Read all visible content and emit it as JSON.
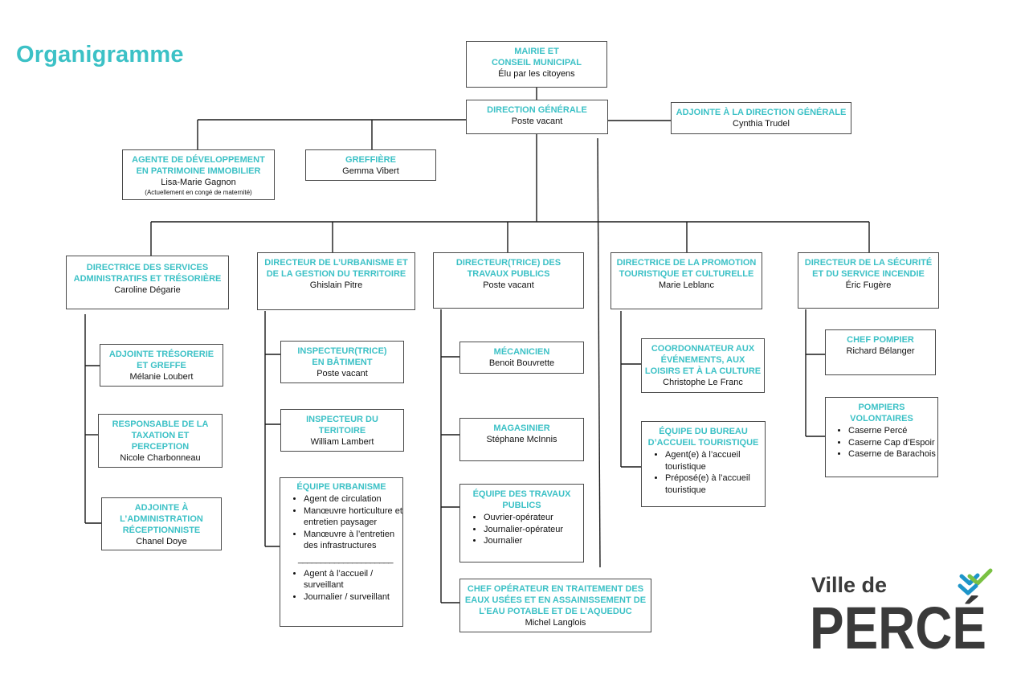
{
  "title": "Organigramme",
  "top": {
    "title_line1": "MAIRIE ET",
    "title_line2": "CONSEIL MUNICIPAL",
    "name": "Élu par les citoyens"
  },
  "dg": {
    "title": "DIRECTION GÉNÉRALE",
    "name": "Poste vacant"
  },
  "adjointe_dg": {
    "title": "ADJOINTE À LA DIRECTION GÉNÉRALE",
    "name": "Cynthia Trudel"
  },
  "agente_dev": {
    "title_line1": "AGENTE DE DÉVELOPPEMENT",
    "title_line2": "EN PATRIMOINE IMMOBILIER",
    "name": "Lisa-Marie Gagnon",
    "note": "(Actuellement en congé de maternité)"
  },
  "greffiere": {
    "title": "GREFFIÈRE",
    "name": "Gemma Vibert"
  },
  "directors": {
    "admin": {
      "title_line1": "DIRECTRICE DES SERVICES",
      "title_line2": "ADMINISTRATIFS ET TRÉSORIÈRE",
      "name": "Caroline Dégarie"
    },
    "urbanisme": {
      "title_line1": "DIRECTEUR DE L’URBANISME ET",
      "title_line2": "DE LA GESTION DU TERRITOIRE",
      "name": "Ghislain Pitre"
    },
    "travaux": {
      "title_line1": "DIRECTEUR(TRICE) DES",
      "title_line2": "TRAVAUX PUBLICS",
      "name": "Poste vacant"
    },
    "promotion": {
      "title_line1": "DIRECTRICE DE LA PROMOTION",
      "title_line2": "TOURISTIQUE ET CULTURELLE",
      "name": "Marie Leblanc"
    },
    "securite": {
      "title_line1": "DIRECTEUR DE LA SÉCURITÉ",
      "title_line2": "ET DU SERVICE INCENDIE",
      "name": "Éric Fugère"
    }
  },
  "admin_staff": [
    {
      "title_line1": "ADJOINTE TRÉSORERIE",
      "title_line2": "ET GREFFE",
      "name": "Mélanie Loubert"
    },
    {
      "title_line1": "RESPONSABLE DE LA",
      "title_line2": "TAXATION ET",
      "title_line3": "PERCEPTION",
      "name": "Nicole Charbonneau"
    },
    {
      "title_line1": "ADJOINTE À",
      "title_line2": "L’ADMINISTRATION",
      "title_line3": "RÉCEPTIONNISTE",
      "name": "Chanel Doye"
    }
  ],
  "urbanisme_staff": {
    "inspecteur_batiment": {
      "title_line1": "INSPECTEUR(TRICE)",
      "title_line2": "EN BÂTIMENT",
      "name": "Poste vacant"
    },
    "inspecteur_territoire": {
      "title_line1": "INSPECTEUR DU",
      "title_line2": "TERITOIRE",
      "name": "William Lambert"
    },
    "equipe": {
      "title": "ÉQUIPE URBANISME",
      "items": [
        "Agent de circulation",
        "Manœuvre horticulture et entretien paysager",
        "Manœuvre à l’entretien des infrastructures"
      ],
      "separator": "_____________________",
      "items2": [
        "Agent à l’accueil / surveillant",
        "Journalier / surveillant"
      ]
    }
  },
  "travaux_staff": {
    "mecanicien": {
      "title": "MÉCANICIEN",
      "name": "Benoit Bouvrette"
    },
    "magasinier": {
      "title": "MAGASINIER",
      "name": "Stéphane McInnis"
    },
    "equipe": {
      "title_line1": "ÉQUIPE DES TRAVAUX",
      "title_line2": "PUBLICS",
      "items": [
        "Ouvrier-opérateur",
        "Journalier-opérateur",
        "Journalier"
      ]
    },
    "chef": {
      "title_line1": "CHEF OPÉRATEUR EN TRAITEMENT DES",
      "title_line2": "EAUX USÉES ET EN ASSAINISSEMENT DE",
      "title_line3": "L’EAU POTABLE ET DE L’AQUEDUC",
      "name": "Michel Langlois"
    }
  },
  "promotion_staff": {
    "coordonnateur": {
      "title_line1": "COORDONNATEUR AUX",
      "title_line2": "ÉVÉNEMENTS, AUX",
      "title_line3": "LOISIRS ET À LA CULTURE",
      "name": "Christophe Le Franc"
    },
    "equipe": {
      "title_line1": "ÉQUIPE DU BUREAU",
      "title_line2": "D’ACCUEIL TOURISTIQUE",
      "items": [
        "Agent(e) à l’accueil touristique",
        "Préposé(e) à l’accueil touristique"
      ]
    }
  },
  "securite_staff": {
    "chef": {
      "title": "CHEF POMPIER",
      "name": "Richard Bélanger"
    },
    "pompiers": {
      "title_line1": "POMPIERS",
      "title_line2": "VOLONTAIRES",
      "items": [
        "Caserne Percé",
        "Caserne Cap d’Espoir",
        "Caserne de Barachois"
      ]
    }
  },
  "logo": {
    "line1": "Ville de",
    "line2": "PERCÉ"
  },
  "colors": {
    "accent": "#3cc1c6",
    "logo_dark": "#3a3a3a",
    "logo_blue": "#1e95c9",
    "logo_green": "#7ac143"
  }
}
